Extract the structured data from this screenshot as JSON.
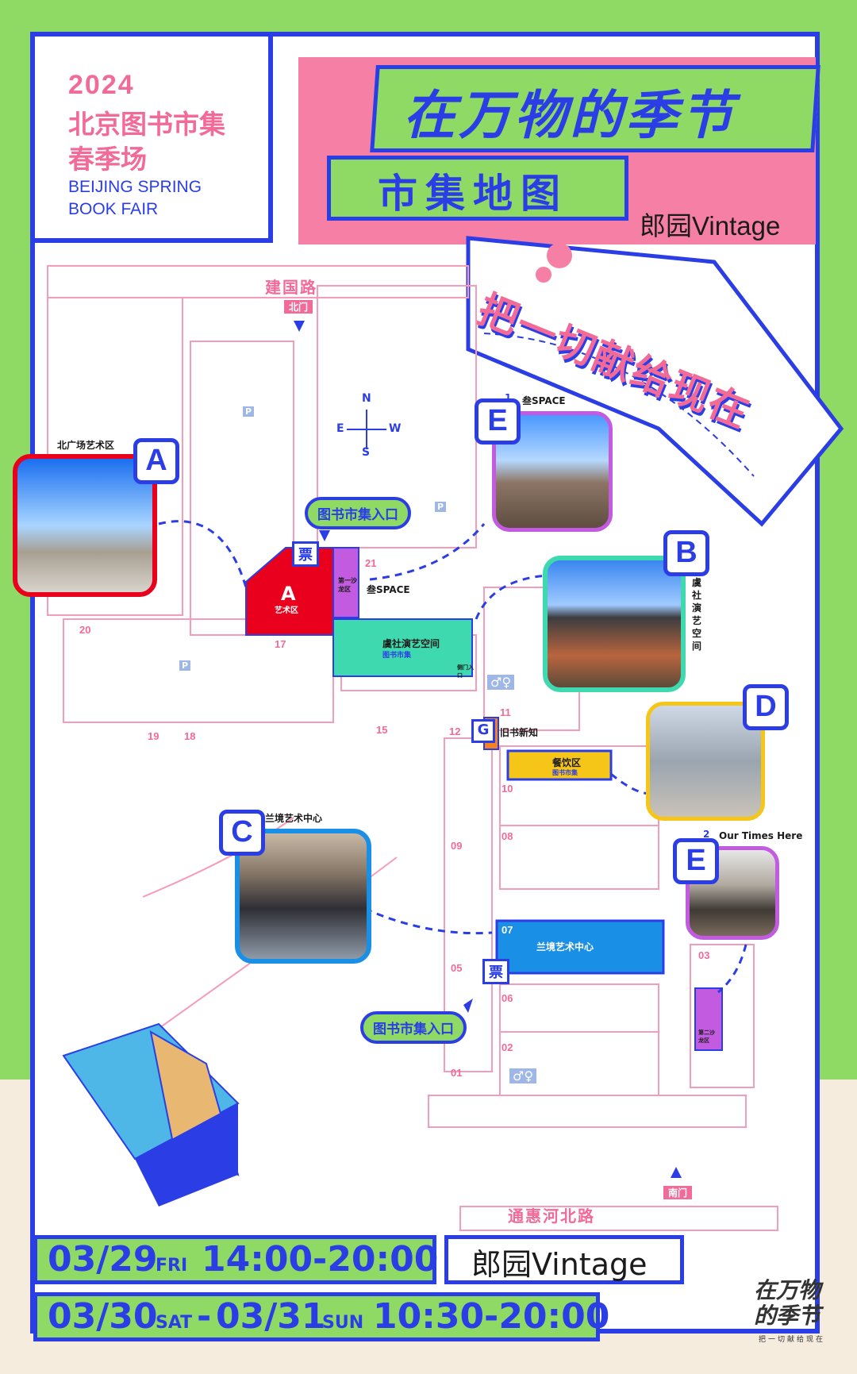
{
  "header": {
    "year": "2024",
    "cn_line1": "北京图书市集",
    "cn_line2": "春季场",
    "en_line1": "BEIJING SPRING",
    "en_line2": "BOOK FAIR",
    "title": "在万物的季节",
    "subtitle": "市集地图",
    "venue": "郎园Vintage",
    "slogan": "把一切献给现在"
  },
  "roads": {
    "north": "建国路",
    "south": "通惠河北路",
    "north_gate": "北门",
    "south_gate": "南门"
  },
  "compass": {
    "n": "N",
    "s": "S",
    "e": "E",
    "w": "W"
  },
  "entrances": {
    "top": "图书市集入口",
    "bottom": "图书市集入口",
    "ticket": "票"
  },
  "zones": {
    "a": {
      "letter": "A",
      "name": "北广场艺术区",
      "box_label": "艺术区"
    },
    "b": {
      "letter": "B",
      "name": "虞社演艺空间",
      "box_label": "虞社演艺空间",
      "box_sub": "图书市集"
    },
    "c": {
      "letter": "C",
      "name": "兰境艺术中心",
      "box_label": "兰境艺术中心"
    },
    "d": {
      "letter": "D",
      "name": "餐饮区",
      "box_sub": "图书市集"
    },
    "e1": {
      "letter": "E",
      "num": "1",
      "name": "叁SPACE",
      "box_label": "第一沙龙区"
    },
    "e2": {
      "letter": "E",
      "num": "2",
      "name": "Our Times Here",
      "box_label": "第二沙龙区"
    },
    "g": {
      "letter": "G",
      "name": "旧书新知"
    }
  },
  "building_numbers": [
    "21",
    "20",
    "19",
    "18",
    "17",
    "15",
    "12",
    "11",
    "10",
    "09",
    "08",
    "07",
    "06",
    "05",
    "03",
    "02",
    "01"
  ],
  "map_misc": {
    "parking": "P",
    "side_entrance": "侧门入口"
  },
  "schedule": {
    "day1_date": "03/29",
    "day1_weekday": "FRI",
    "day1_time": "14:00-20:00",
    "day2_date": "03/30",
    "day2_weekday": "SAT",
    "dash": "-",
    "day3_date": "03/31",
    "day3_weekday": "SUN",
    "day23_time": "10:30-20:00",
    "venue": "郎园Vintage"
  },
  "logo": {
    "line1": "在万物",
    "line2": "的季节",
    "tagline": "把一切献给现在"
  },
  "colors": {
    "blue": "#2b3ee6",
    "green": "#8fd965",
    "pink": "#f26a98",
    "red": "#e8001c",
    "yellow": "#f5c518",
    "teal": "#3fd9b0",
    "purple": "#c25be0"
  }
}
